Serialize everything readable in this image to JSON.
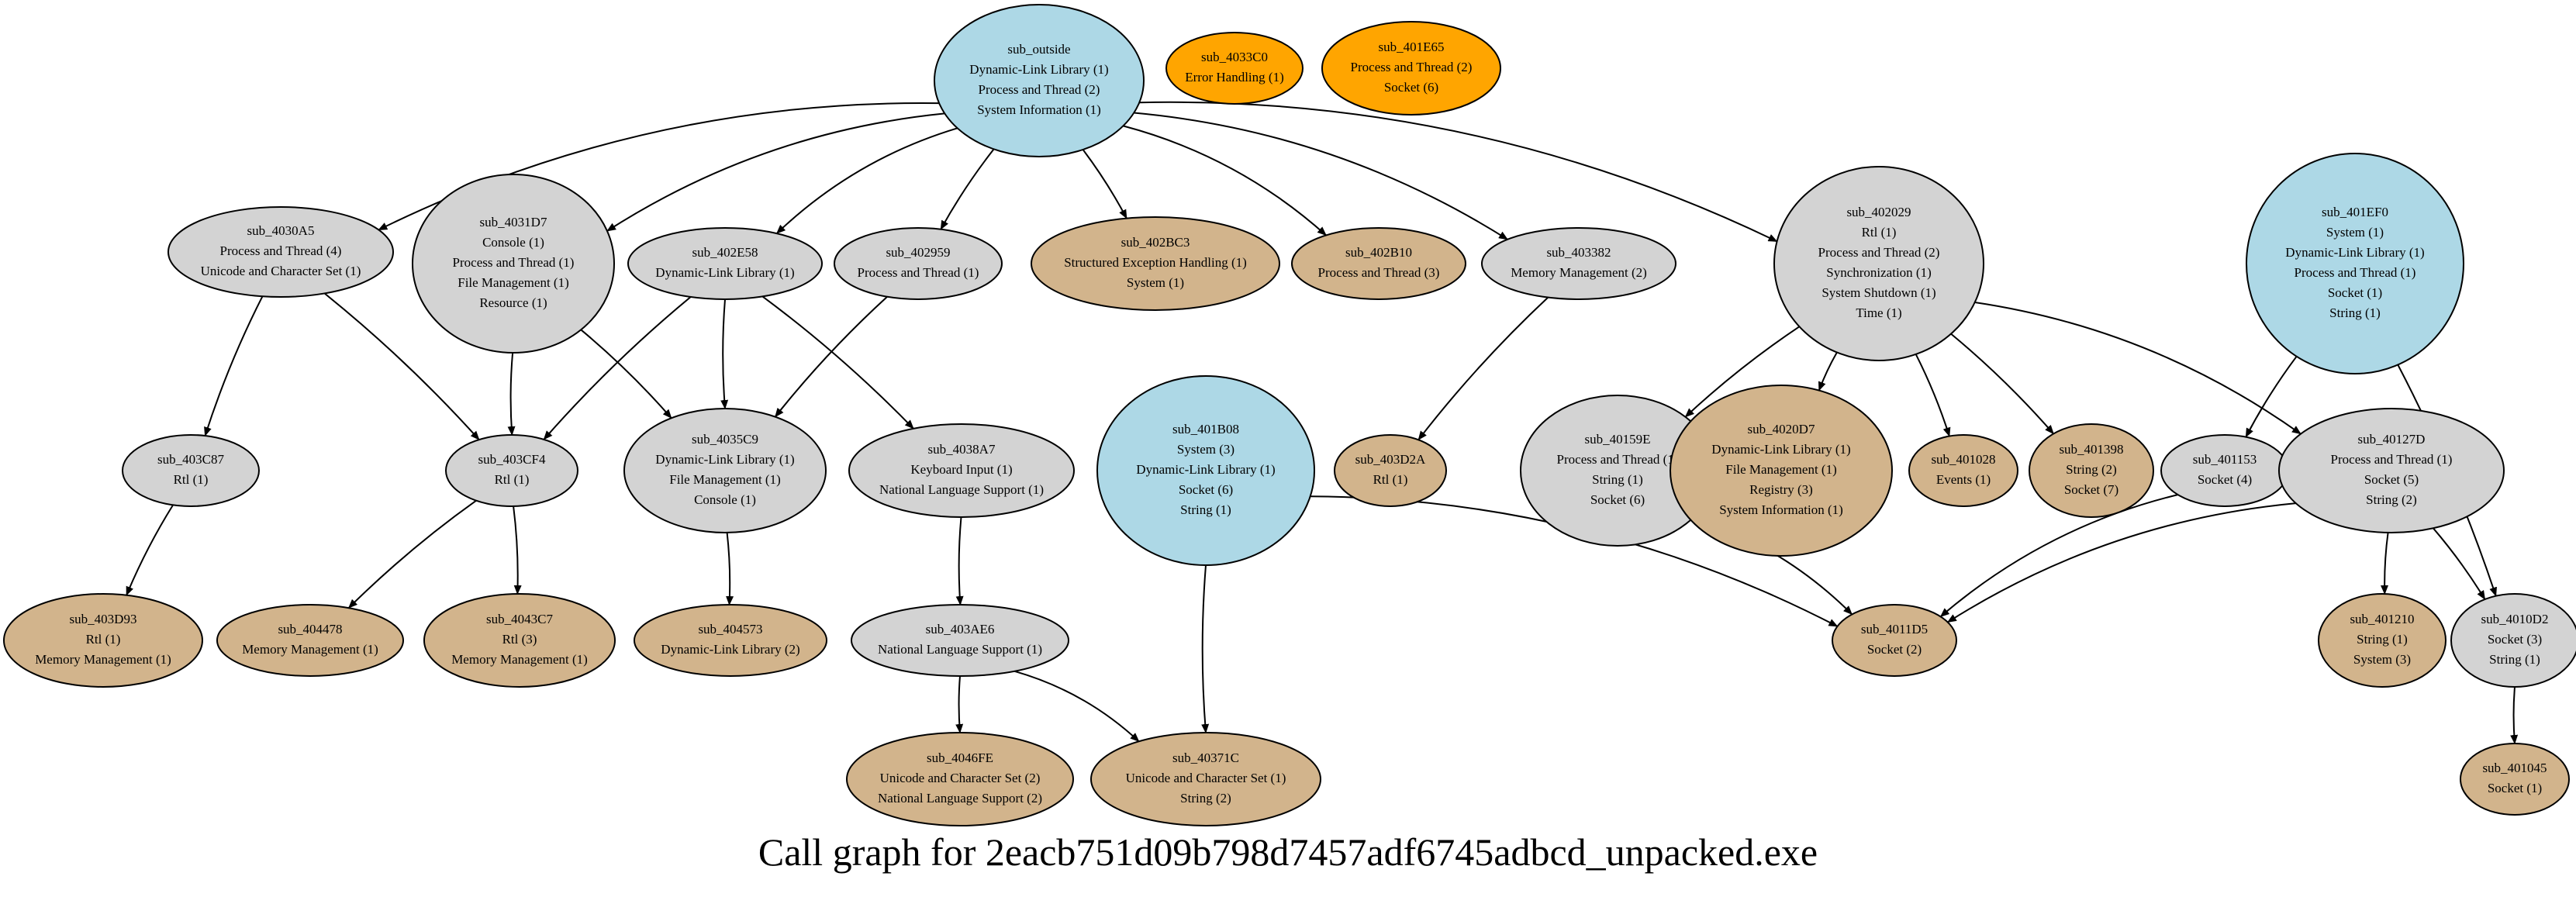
{
  "title": "Call graph for 2eacb751d09b798d7457adf6745adbcd_unpacked.exe",
  "colors": {
    "outside": "#add8e6",
    "internal": "#d3d3d3",
    "leaf": "#d2b48c",
    "unreferenced": "#ffa500",
    "stroke": "#000000"
  },
  "nodes": [
    {
      "id": "sub_outside",
      "kind": "outside",
      "lines": [
        "sub_outside",
        "Dynamic-Link Library (1)",
        "Process and Thread (2)",
        "System Information (1)"
      ]
    },
    {
      "id": "sub_4033C0",
      "kind": "unreferenced",
      "lines": [
        "sub_4033C0",
        "Error Handling (1)"
      ]
    },
    {
      "id": "sub_401E65",
      "kind": "unreferenced",
      "lines": [
        "sub_401E65",
        "Process and Thread (2)",
        "Socket (6)"
      ]
    },
    {
      "id": "sub_4030A5",
      "kind": "internal",
      "lines": [
        "sub_4030A5",
        "Process and Thread (4)",
        "Unicode and Character Set (1)"
      ]
    },
    {
      "id": "sub_4031D7",
      "kind": "internal",
      "lines": [
        "sub_4031D7",
        "Console (1)",
        "Process and Thread (1)",
        "File Management (1)",
        "Resource (1)"
      ]
    },
    {
      "id": "sub_402E58",
      "kind": "internal",
      "lines": [
        "sub_402E58",
        "Dynamic-Link Library (1)"
      ]
    },
    {
      "id": "sub_402959",
      "kind": "internal",
      "lines": [
        "sub_402959",
        "Process and Thread (1)"
      ]
    },
    {
      "id": "sub_402BC3",
      "kind": "leaf",
      "lines": [
        "sub_402BC3",
        "Structured Exception Handling (1)",
        "System (1)"
      ]
    },
    {
      "id": "sub_402B10",
      "kind": "leaf",
      "lines": [
        "sub_402B10",
        "Process and Thread (3)"
      ]
    },
    {
      "id": "sub_403382",
      "kind": "internal",
      "lines": [
        "sub_403382",
        "Memory Management (2)"
      ]
    },
    {
      "id": "sub_402029",
      "kind": "internal",
      "lines": [
        "sub_402029",
        "Rtl (1)",
        "Process and Thread (2)",
        "Synchronization (1)",
        "System Shutdown (1)",
        "Time (1)"
      ]
    },
    {
      "id": "sub_401EF0",
      "kind": "outside",
      "lines": [
        "sub_401EF0",
        "System (1)",
        "Dynamic-Link Library (1)",
        "Process and Thread (1)",
        "Socket (1)",
        "String (1)"
      ]
    },
    {
      "id": "sub_403C87",
      "kind": "internal",
      "lines": [
        "sub_403C87",
        "Rtl (1)"
      ]
    },
    {
      "id": "sub_403CF4",
      "kind": "internal",
      "lines": [
        "sub_403CF4",
        "Rtl (1)"
      ]
    },
    {
      "id": "sub_4035C9",
      "kind": "internal",
      "lines": [
        "sub_4035C9",
        "Dynamic-Link Library (1)",
        "File Management (1)",
        "Console (1)"
      ]
    },
    {
      "id": "sub_4038A7",
      "kind": "internal",
      "lines": [
        "sub_4038A7",
        "Keyboard Input (1)",
        "National Language Support (1)"
      ]
    },
    {
      "id": "sub_401B08",
      "kind": "outside",
      "lines": [
        "sub_401B08",
        "System (3)",
        "Dynamic-Link Library (1)",
        "Socket (6)",
        "String (1)"
      ]
    },
    {
      "id": "sub_403D2A",
      "kind": "leaf",
      "lines": [
        "sub_403D2A",
        "Rtl (1)"
      ]
    },
    {
      "id": "sub_40159E",
      "kind": "internal",
      "lines": [
        "sub_40159E",
        "Process and Thread (1)",
        "String (1)",
        "Socket (6)"
      ]
    },
    {
      "id": "sub_4020D7",
      "kind": "leaf",
      "lines": [
        "sub_4020D7",
        "Dynamic-Link Library (1)",
        "File Management (1)",
        "Registry (3)",
        "System Information (1)"
      ]
    },
    {
      "id": "sub_401028",
      "kind": "leaf",
      "lines": [
        "sub_401028",
        "Events (1)"
      ]
    },
    {
      "id": "sub_401398",
      "kind": "leaf",
      "lines": [
        "sub_401398",
        "String (2)",
        "Socket (7)"
      ]
    },
    {
      "id": "sub_401153",
      "kind": "internal",
      "lines": [
        "sub_401153",
        "Socket (4)"
      ]
    },
    {
      "id": "sub_40127D",
      "kind": "internal",
      "lines": [
        "sub_40127D",
        "Process and Thread (1)",
        "Socket (5)",
        "String (2)"
      ]
    },
    {
      "id": "sub_403D93",
      "kind": "leaf",
      "lines": [
        "sub_403D93",
        "Rtl (1)",
        "Memory Management (1)"
      ]
    },
    {
      "id": "sub_404478",
      "kind": "leaf",
      "lines": [
        "sub_404478",
        "Memory Management (1)"
      ]
    },
    {
      "id": "sub_4043C7",
      "kind": "leaf",
      "lines": [
        "sub_4043C7",
        "Rtl (3)",
        "Memory Management (1)"
      ]
    },
    {
      "id": "sub_404573",
      "kind": "leaf",
      "lines": [
        "sub_404573",
        "Dynamic-Link Library (2)"
      ]
    },
    {
      "id": "sub_403AE6",
      "kind": "internal",
      "lines": [
        "sub_403AE6",
        "National Language Support (1)"
      ]
    },
    {
      "id": "sub_4011D5",
      "kind": "leaf",
      "lines": [
        "sub_4011D5",
        "Socket (2)"
      ]
    },
    {
      "id": "sub_401210",
      "kind": "leaf",
      "lines": [
        "sub_401210",
        "String (1)",
        "System (3)"
      ]
    },
    {
      "id": "sub_4010D2",
      "kind": "internal",
      "lines": [
        "sub_4010D2",
        "Socket (3)",
        "String (1)"
      ]
    },
    {
      "id": "sub_4046FE",
      "kind": "leaf",
      "lines": [
        "sub_4046FE",
        "Unicode and Character Set (2)",
        "National Language Support (2)"
      ]
    },
    {
      "id": "sub_40371C",
      "kind": "leaf",
      "lines": [
        "sub_40371C",
        "Unicode and Character Set (1)",
        "String (2)"
      ]
    },
    {
      "id": "sub_401045",
      "kind": "leaf",
      "lines": [
        "sub_401045",
        "Socket (1)"
      ]
    }
  ],
  "edges": [
    [
      "sub_outside",
      "sub_4030A5"
    ],
    [
      "sub_outside",
      "sub_4031D7"
    ],
    [
      "sub_outside",
      "sub_402E58"
    ],
    [
      "sub_outside",
      "sub_402959"
    ],
    [
      "sub_outside",
      "sub_402BC3"
    ],
    [
      "sub_outside",
      "sub_402B10"
    ],
    [
      "sub_outside",
      "sub_403382"
    ],
    [
      "sub_outside",
      "sub_402029"
    ],
    [
      "sub_4030A5",
      "sub_403C87"
    ],
    [
      "sub_4030A5",
      "sub_403CF4"
    ],
    [
      "sub_4031D7",
      "sub_403CF4"
    ],
    [
      "sub_4031D7",
      "sub_4035C9"
    ],
    [
      "sub_402E58",
      "sub_403CF4"
    ],
    [
      "sub_402E58",
      "sub_4035C9"
    ],
    [
      "sub_402E58",
      "sub_4038A7"
    ],
    [
      "sub_402959",
      "sub_4035C9"
    ],
    [
      "sub_403382",
      "sub_403D2A"
    ],
    [
      "sub_402029",
      "sub_40159E"
    ],
    [
      "sub_402029",
      "sub_4020D7"
    ],
    [
      "sub_402029",
      "sub_401028"
    ],
    [
      "sub_402029",
      "sub_401398"
    ],
    [
      "sub_402029",
      "sub_40127D"
    ],
    [
      "sub_401EF0",
      "sub_401153"
    ],
    [
      "sub_401EF0",
      "sub_4010D2"
    ],
    [
      "sub_403C87",
      "sub_403D93"
    ],
    [
      "sub_403CF4",
      "sub_404478"
    ],
    [
      "sub_403CF4",
      "sub_4043C7"
    ],
    [
      "sub_4035C9",
      "sub_404573"
    ],
    [
      "sub_4038A7",
      "sub_403AE6"
    ],
    [
      "sub_401B08",
      "sub_40371C"
    ],
    [
      "sub_401B08",
      "sub_4011D5"
    ],
    [
      "sub_40159E",
      "sub_4011D5"
    ],
    [
      "sub_401153",
      "sub_4011D5"
    ],
    [
      "sub_40127D",
      "sub_4011D5"
    ],
    [
      "sub_40127D",
      "sub_401210"
    ],
    [
      "sub_40127D",
      "sub_4010D2"
    ],
    [
      "sub_403AE6",
      "sub_4046FE"
    ],
    [
      "sub_403AE6",
      "sub_40371C"
    ],
    [
      "sub_4010D2",
      "sub_401045"
    ]
  ]
}
